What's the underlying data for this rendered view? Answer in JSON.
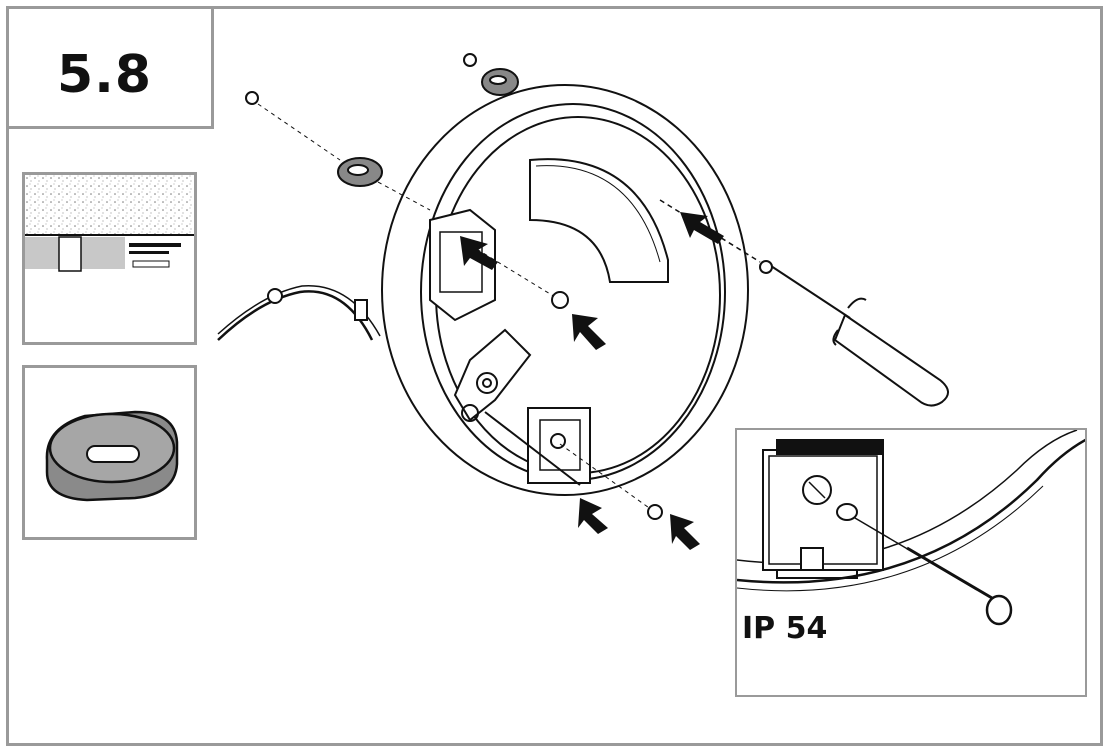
{
  "step": {
    "label": "5.8"
  },
  "detail": {
    "label": "IP 54"
  },
  "icons": {
    "main": "wall-mount-assembly-illustration",
    "ceiling": "ceiling-cross-section-icon",
    "seal": "rubber-grommet-icon",
    "detail": "screw-detail-illustration"
  },
  "colors": {
    "border": "#9a9a9a",
    "ink": "#111111",
    "seal": "#8a8a8a"
  }
}
